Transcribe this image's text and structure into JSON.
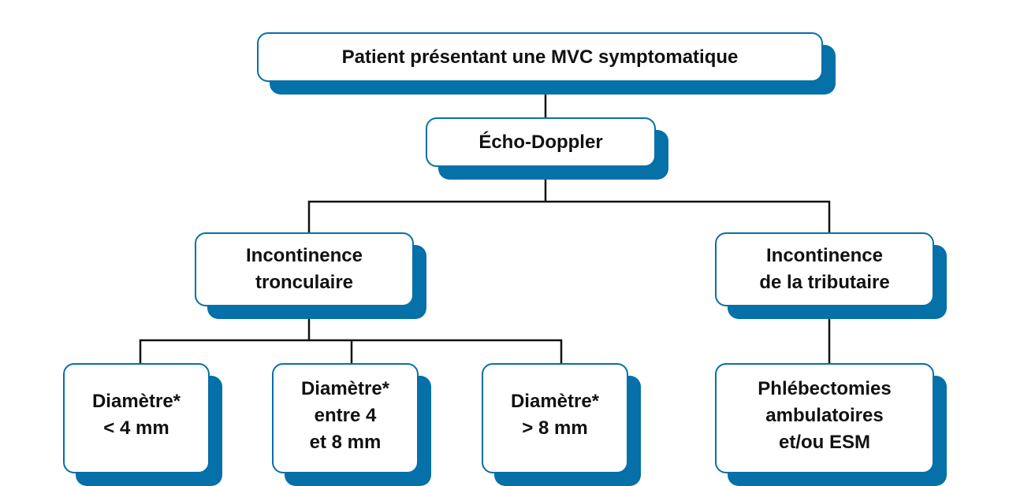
{
  "colors": {
    "accent": "#0670a8",
    "line": "#111111",
    "text": "#111111"
  },
  "nodes": {
    "root": "Patient présentant une MVC symptomatique",
    "echo": "Écho-Doppler",
    "tronculaire": "Incontinence\ntronculaire",
    "tributaire": "Incontinence\nde la tributaire",
    "diam_small": "Diamètre*\n< 4 mm",
    "diam_mid": "Diamètre*\nentre 4\net 8 mm",
    "diam_large": "Diamètre*\n> 8 mm",
    "phlebectomies": "Phlébectomies\nambulatoires\net/ou ESM"
  }
}
